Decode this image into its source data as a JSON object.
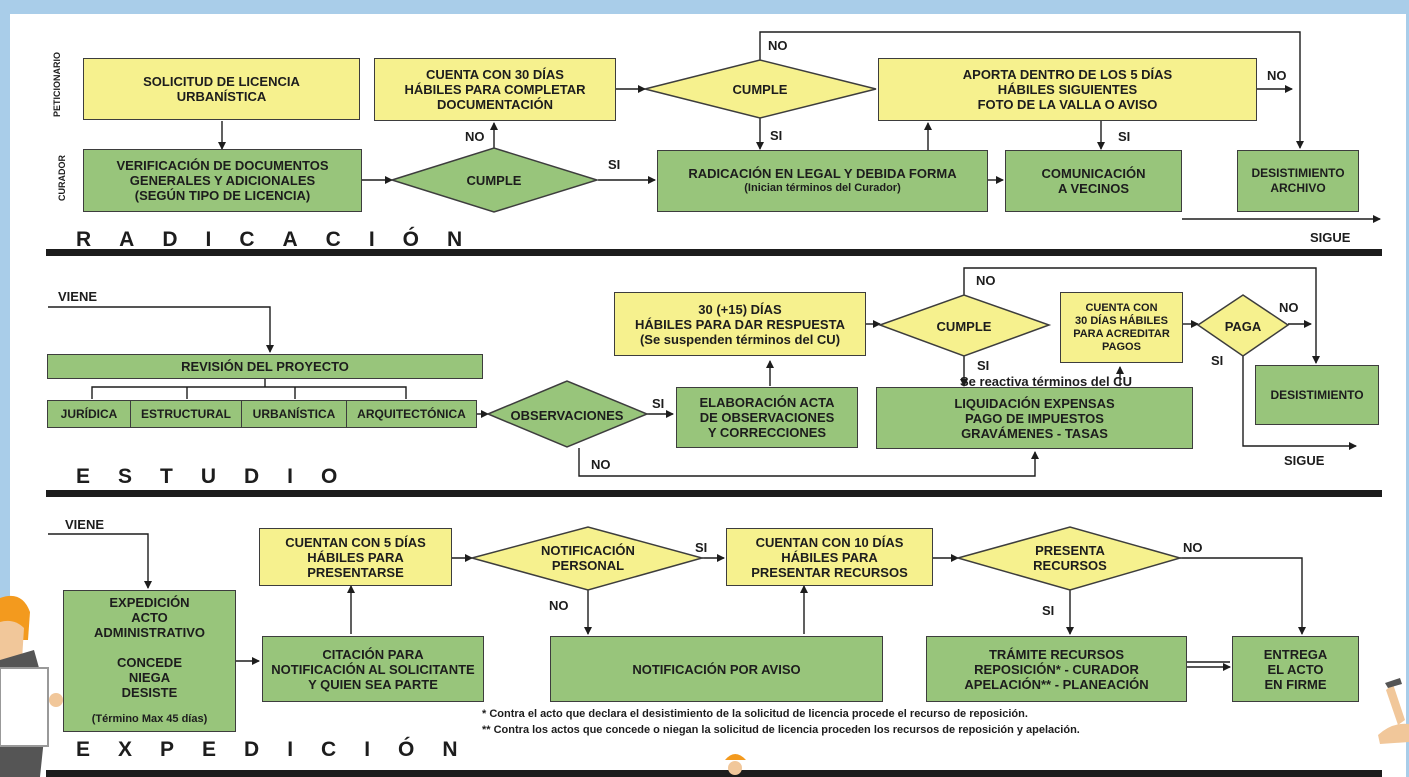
{
  "colors": {
    "frame": "#a9cde9",
    "yellow_box": "#f6f18e",
    "green_box": "#98c57b",
    "ink": "#1d1d1d"
  },
  "radicacion": {
    "section_title": "RADICACIÓN",
    "lane_peticionario": "PETICIONARIO",
    "lane_curador": "CURADOR",
    "solicitud": "SOLICITUD DE LICENCIA\nURBANÍSTICA",
    "cuenta_30": "CUENTA CON 30 DÍAS\nHÁBILES PARA COMPLETAR\nDOCUMENTACIÓN",
    "cumple_top": "CUMPLE",
    "aporta": "APORTA DENTRO DE LOS 5 DÍAS\nHÁBILES SIGUIENTES\nFOTO DE LA VALLA O AVISO",
    "verificacion": "VERIFICACIÓN DE DOCUMENTOS\nGENERALES Y ADICIONALES\n(SEGÚN TIPO DE LICENCIA)",
    "cumple_bottom": "CUMPLE",
    "radicacion_legal": "RADICACIÓN EN LEGAL Y DEBIDA FORMA",
    "radicacion_legal_sub": "(Inician términos del Curador)",
    "comunicacion": "COMUNICACIÓN\nA VECINOS",
    "desistimiento": "DESISTIMIENTO\nARCHIVO",
    "label_no_1": "NO",
    "label_no_2": "NO",
    "label_no_3": "NO",
    "label_si_1": "SI",
    "label_si_2": "SI",
    "label_si_3": "SI",
    "sigue": "SIGUE"
  },
  "estudio": {
    "section_title": "ESTUDIO",
    "viene": "VIENE",
    "revision": "REVISIÓN DEL PROYECTO",
    "areas": [
      "JURÍDICA",
      "ESTRUCTURAL",
      "URBANÍSTICA",
      "ARQUITECTÓNICA"
    ],
    "observaciones": "OBSERVACIONES",
    "elaboracion": "ELABORACIÓN ACTA\nDE OBSERVACIONES\nY CORRECCIONES",
    "dias_30": "30 (+15) DÍAS\nHÁBILES PARA DAR RESPUESTA\n(Se suspenden términos del CU)",
    "cumple": "CUMPLE",
    "cuenta_pagos": "CUENTA CON\n30 DÍAS HÁBILES\nPARA ACREDITAR\nPAGOS",
    "paga": "PAGA",
    "liquidacion": "LIQUIDACIÓN EXPENSAS\nPAGO DE IMPUESTOS\nGRAVÁMENES - TASAS",
    "reactiva": "Se reactiva términos del CU",
    "desistimiento": "DESISTIMIENTO",
    "label_si_obs": "SI",
    "label_no_obs": "NO",
    "label_no_cumple": "NO",
    "label_si_cumple": "SI",
    "label_no_paga": "NO",
    "label_si_paga": "SI",
    "sigue": "SIGUE"
  },
  "expedicion": {
    "section_title": "EXPEDICIÓN",
    "viene": "VIENE",
    "expedicion_box": "EXPEDICIÓN\nACTO\nADMINISTRATIVO\n\nCONCEDE\nNIEGA\nDESISTE",
    "expedicion_term": "(Término Max 45 días)",
    "cuentan_5": "CUENTAN CON 5 DÍAS\nHÁBILES PARA\nPRESENTARSE",
    "notificacion_personal": "NOTIFICACIÓN\nPERSONAL",
    "cuentan_10": "CUENTAN CON 10 DÍAS\nHÁBILES PARA\nPRESENTAR RECURSOS",
    "presenta_recursos": "PRESENTA\nRECURSOS",
    "citacion": "CITACIÓN PARA\nNOTIFICACIÓN AL SOLICITANTE\nY QUIEN SEA PARTE",
    "notificacion_aviso": "NOTIFICACIÓN POR AVISO",
    "tramite": "TRÁMITE RECURSOS\nREPOSICIÓN* - CURADOR\nAPELACIÓN** - PLANEACIÓN",
    "entrega": "ENTREGA\nEL ACTO\nEN FIRME",
    "label_si_notif": "SI",
    "label_no_notif": "NO",
    "label_no_recursos": "NO",
    "label_si_recursos": "SI",
    "footnote_1": "* Contra el acto que declara el desistimiento de la solicitud de licencia procede el recurso de reposición.",
    "footnote_2": "** Contra los actos que concede o niegan la solicitud de licencia proceden los recursos de reposición y apelación."
  }
}
